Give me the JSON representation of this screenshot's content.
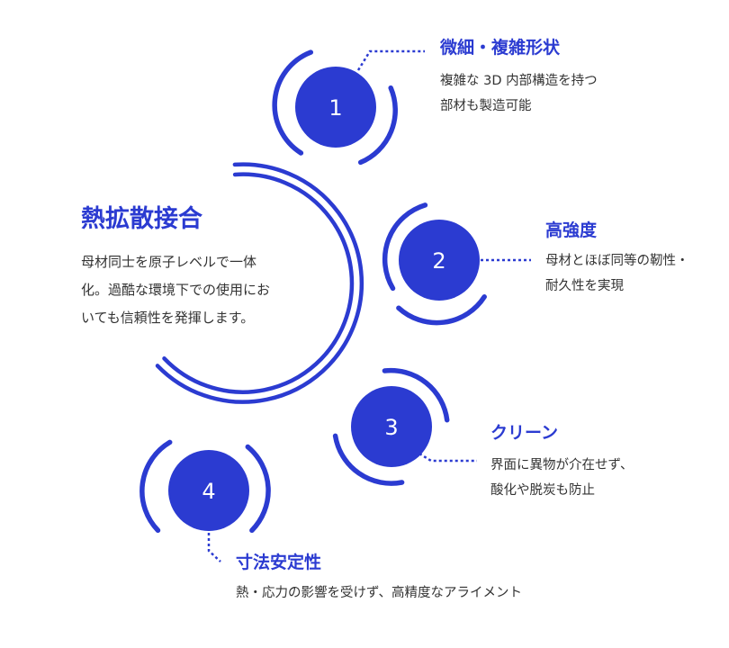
{
  "colors": {
    "accent": "#2b3bd1",
    "text": "#333333",
    "background": "#ffffff"
  },
  "main": {
    "title": "熱拡散接合",
    "description_lines": [
      "母材同士を原子レベルで一体",
      "化。過酷な環境下での使用にお",
      "いても信頼性を発揮します。"
    ]
  },
  "features": [
    {
      "number": "1",
      "title": "微細・複雑形状",
      "description_lines": [
        "複雑な 3D 内部構造を持つ",
        "部材も製造可能"
      ]
    },
    {
      "number": "2",
      "title": "高強度",
      "description_lines": [
        "母材とほぼ同等の靭性・",
        "耐久性を実現"
      ]
    },
    {
      "number": "3",
      "title": "クリーン",
      "description_lines": [
        "界面に異物が介在せず、",
        "酸化や脱炭も防止"
      ]
    },
    {
      "number": "4",
      "title": "寸法安定性",
      "description_lines": [
        "熱・応力の影響を受けず、高精度なアライメント"
      ]
    }
  ]
}
